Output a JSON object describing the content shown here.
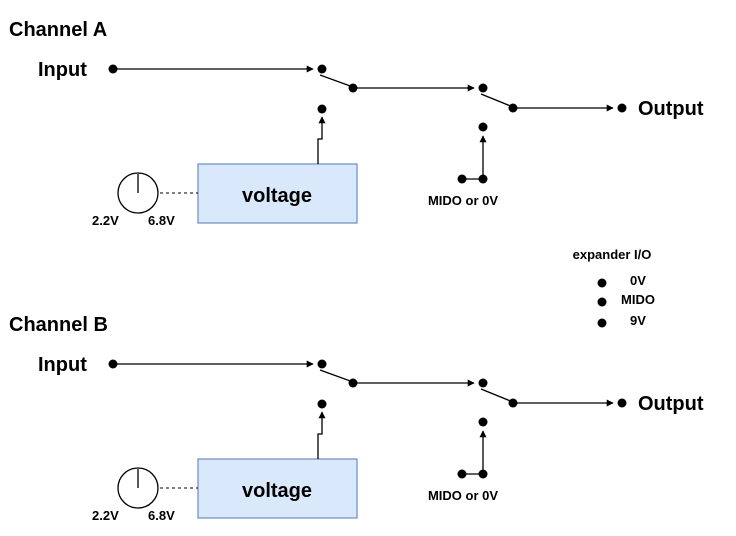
{
  "colors": {
    "box_fill": "#dae8fc",
    "box_stroke": "#6c8ebf",
    "line": "#000000",
    "background": "#ffffff"
  },
  "channel_a": {
    "title": "Channel A",
    "input_label": "Input",
    "output_label": "Output",
    "box_label": "voltage",
    "knob_min": "2.2V",
    "knob_max": "6.8V",
    "switch_label": "MIDO or 0V"
  },
  "channel_b": {
    "title": "Channel B",
    "input_label": "Input",
    "output_label": "Output",
    "box_label": "voltage",
    "knob_min": "2.2V",
    "knob_max": "6.8V",
    "switch_label": "MIDO or 0V"
  },
  "expander": {
    "title": "expander I/O",
    "pins": [
      "0V",
      "MIDO",
      "9V"
    ]
  }
}
